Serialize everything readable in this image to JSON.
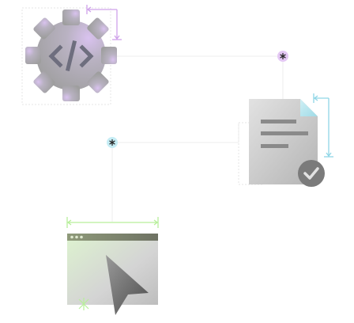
{
  "diagram": {
    "nodes": [
      {
        "id": "code-settings",
        "icon": "gear-code-icon",
        "label": ""
      },
      {
        "id": "approved-document",
        "icon": "document-check-icon",
        "label": ""
      },
      {
        "id": "browser-pointer",
        "icon": "browser-cursor-icon",
        "label": ""
      }
    ],
    "connectors": [
      {
        "from": "code-settings",
        "to": "approved-document",
        "marker": "asterisk"
      },
      {
        "from": "approved-document",
        "to": "browser-pointer",
        "marker": "asterisk"
      }
    ]
  },
  "colors": {
    "gear": "#a8a8a8",
    "gear_glow": "#cdb6e8",
    "code_glyph": "#6e6e7e",
    "document": "#c9c9c9",
    "document_fold": "#bfe7ee",
    "document_lines": "#8a8a8a",
    "check_badge": "#7b7b7b",
    "browser_bar": "#8f9a7a",
    "browser_body": "#d6efc6",
    "pointer": "#6e6e6e",
    "connector": "#eeeeee",
    "marker_purple": "#e4c8f4",
    "marker_cyan": "#c6edf5",
    "bracket_purple": "#cfa2ea",
    "bracket_cyan": "#8fd6e6",
    "bracket_green": "#b7ef9a",
    "dashed_box": "#e6e6e6"
  }
}
